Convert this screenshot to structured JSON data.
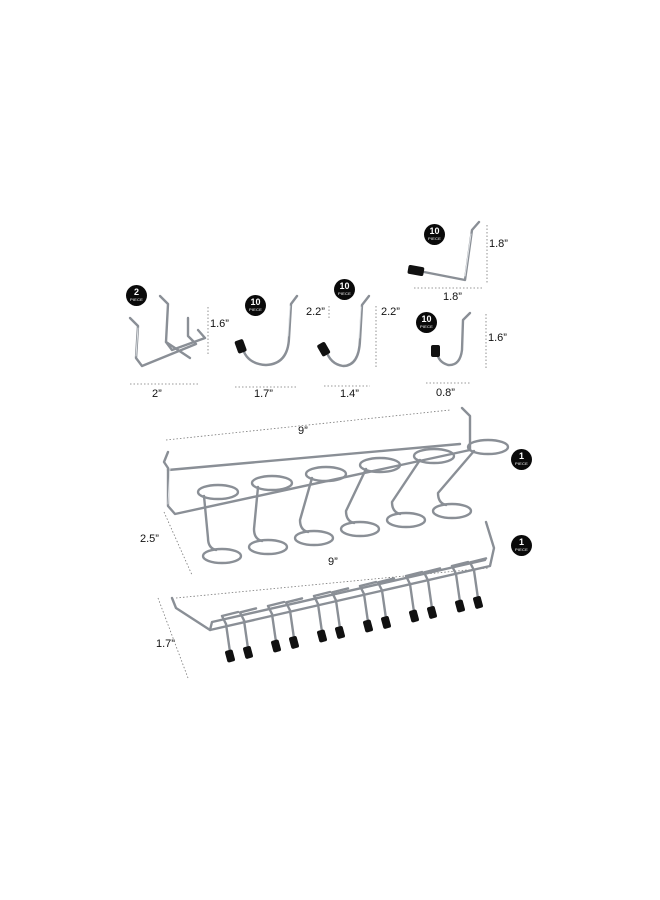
{
  "badge_word": "PIECE",
  "items": [
    {
      "id": "pegboard-loop-hook",
      "qty": "2",
      "dims": [
        "1.6”",
        "2”"
      ]
    },
    {
      "id": "j-hook-small",
      "qty": "10",
      "dims": [
        "1.7”"
      ]
    },
    {
      "id": "j-hook-tall",
      "qty": "10",
      "dims": [
        "2.2”",
        "2.2”",
        "1.4”"
      ]
    },
    {
      "id": "l-hook",
      "qty": "10",
      "dims": [
        "1.8”",
        "1.8”"
      ]
    },
    {
      "id": "curved-hook",
      "qty": "10",
      "dims": [
        "1.6”",
        "0.8”"
      ]
    },
    {
      "id": "ring-rack",
      "qty": "1",
      "dims": [
        "9”",
        "2.5”"
      ]
    },
    {
      "id": "prong-rack",
      "qty": "1",
      "dims": [
        "9”",
        "1.7”"
      ]
    }
  ],
  "colors": {
    "wire": "#8a8f96",
    "tip": "#111111",
    "badge": "#0a0a0a"
  }
}
